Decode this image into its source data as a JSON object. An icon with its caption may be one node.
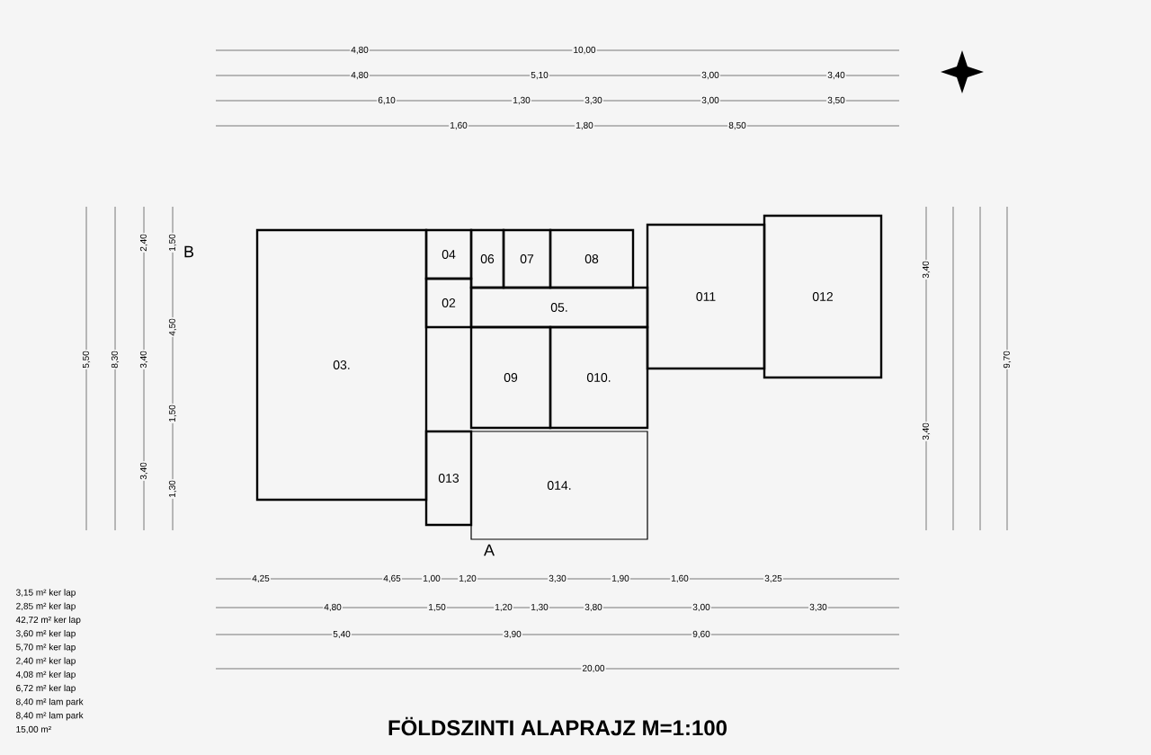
{
  "diagram": {
    "title": "FÖLDSZINTI ALAPRAJZ M=1:100",
    "nodes": [
      {
        "text": [
          "03."
        ]
      },
      {
        "text": [
          "04"
        ]
      },
      {
        "text": [
          "02"
        ]
      },
      {
        "text": [
          "06"
        ]
      },
      {
        "text": [
          "07"
        ]
      },
      {
        "text": [
          "08"
        ]
      },
      {
        "text": [
          "05."
        ]
      },
      {
        "text": [
          "09"
        ]
      },
      {
        "text": [
          "010."
        ]
      },
      {
        "text": [
          "011"
        ]
      },
      {
        "text": [
          "012"
        ]
      },
      {
        "text": [
          "013"
        ]
      },
      {
        "text": [
          "014."
        ]
      }
    ],
    "labels": [
      "B",
      "4,80",
      "10,00",
      "4,80",
      "5,10",
      "3,00",
      "3,40",
      "6,10",
      "1,30",
      "3,30",
      "3,00",
      "3,50",
      "1,60",
      "1,80",
      "8,50",
      "5,50",
      "8,30",
      "2,40",
      "3,40",
      "3,40",
      "1,50",
      "4,50",
      "1,50",
      "1,30",
      "3,40",
      "3,40",
      "9,70",
      "A",
      "4,25",
      "4,65",
      "1,00",
      "1,20",
      "3,30",
      "1,90",
      "1,60",
      "3,25",
      "4,80",
      "1,50",
      "1,20",
      "1,30",
      "3,80",
      "3,00",
      "3,30",
      "5,40",
      "3,90",
      "9,60",
      "20,00",
      "3,15 m² ker lap",
      "2,85 m² ker lap",
      "42,72 m² ker lap",
      "3,60 m² ker lap",
      "5,70 m² ker lap",
      "2,40 m² ker lap",
      "4,08 m² ker lap",
      "6,72 m² ker lap",
      "8,40 m² lam park",
      "8,40 m² lam park",
      "15,00 m²"
    ]
  }
}
